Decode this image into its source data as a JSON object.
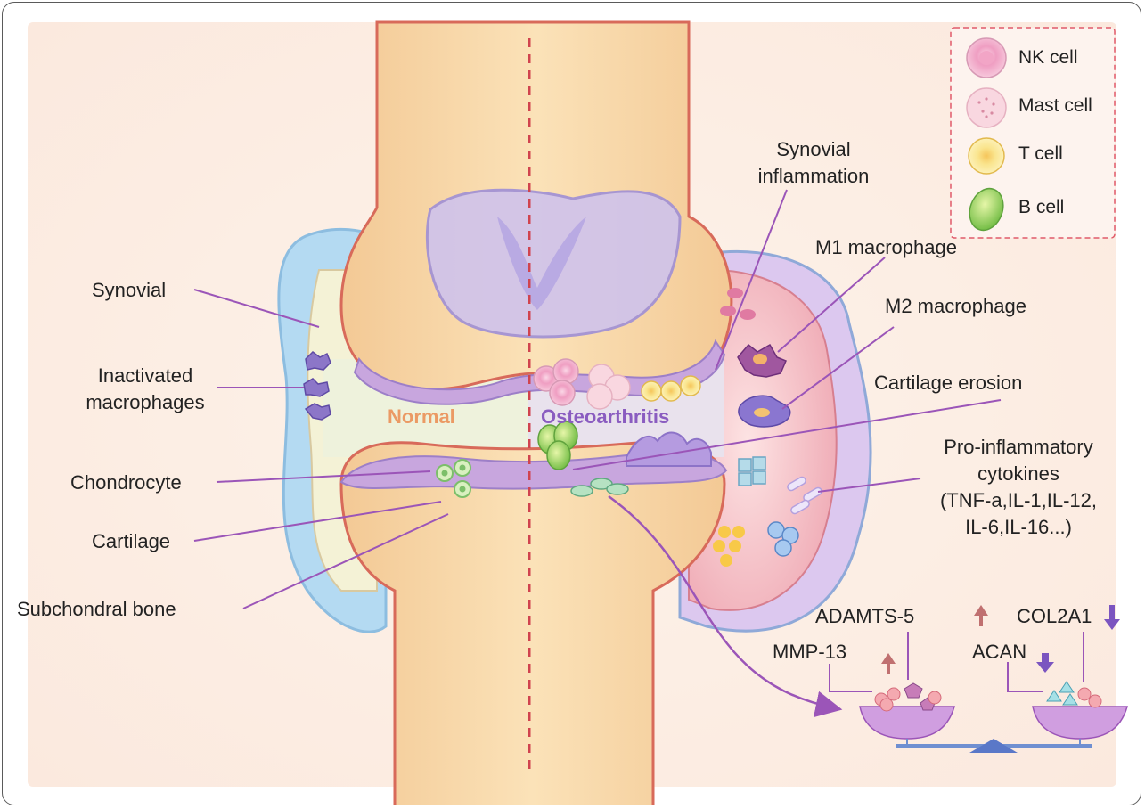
{
  "regions": {
    "left": "Normal",
    "right": "Osteoarthritis"
  },
  "legend": [
    {
      "icon": "nk-cell-icon",
      "label": "NK cell"
    },
    {
      "icon": "mast-cell-icon",
      "label": "Mast cell"
    },
    {
      "icon": "t-cell-icon",
      "label": "T cell"
    },
    {
      "icon": "b-cell-icon",
      "label": "B cell"
    }
  ],
  "labels_left": {
    "synovial": "Synovial",
    "inactivated_1": "Inactivated",
    "inactivated_2": "macrophages",
    "chondrocyte": "Chondrocyte",
    "cartilage": "Cartilage",
    "subchondral": "Subchondral bone"
  },
  "labels_right": {
    "synovial_infl_1": "Synovial",
    "synovial_infl_2": "inflammation",
    "m1": "M1 macrophage",
    "m2": "M2 macrophage",
    "erosion": "Cartilage erosion",
    "cyto_1": "Pro-inflammatory",
    "cyto_2": "cytokines",
    "cyto_3": "(TNF-a,IL-1,IL-12,",
    "cyto_4": "IL-6,IL-16...)"
  },
  "balance": {
    "adamts5": "ADAMTS-5",
    "mmp13": "MMP-13",
    "col2a1": "COL2A1",
    "acan": "ACAN"
  },
  "colors": {
    "bone": "#f8d9a6",
    "bone_outline": "#d86a5a",
    "cartilage": "#c8a6de",
    "synovium_normal": "#a9d3ee",
    "synovium_oa": "#d9c8ee",
    "inflamed": "#f5bfc7",
    "leader_line": "#9b55b8",
    "dash_divider": "#d0434e",
    "normal_text": "#eb9a64",
    "oa_text": "#8a5cc0",
    "arrow_up": "#c07070",
    "arrow_down": "#7b55c0"
  }
}
